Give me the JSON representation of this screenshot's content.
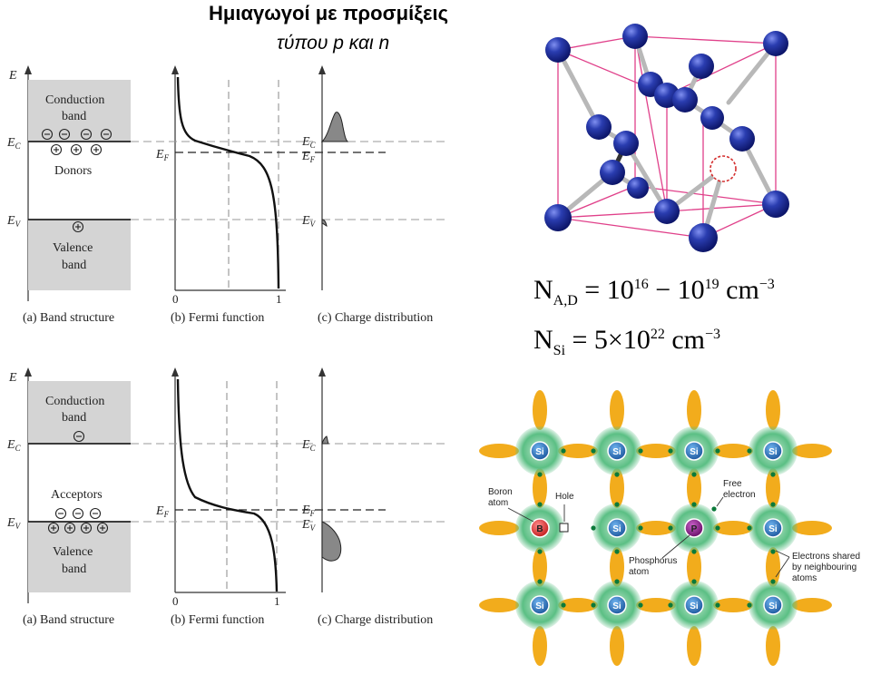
{
  "header": {
    "title": "Ημιαγωγοί με προσμίξεις",
    "subtitle": "τύπου p και n"
  },
  "n_type": {
    "axis_e": "E",
    "ec": "E",
    "ec_sub": "C",
    "ev": "E",
    "ev_sub": "V",
    "ef": "E",
    "ef_sub": "F",
    "conduction": [
      "Conduction",
      "band"
    ],
    "valence": [
      "Valence",
      "band"
    ],
    "dopant": "Donors",
    "tick0": "0",
    "tick1": "1",
    "cap_a": "(a) Band structure",
    "cap_b": "(b) Fermi function",
    "cap_c": "(c) Charge distribution"
  },
  "p_type": {
    "axis_e": "E",
    "ec": "E",
    "ec_sub": "C",
    "ev": "E",
    "ev_sub": "V",
    "ef": "E",
    "ef_sub": "F",
    "conduction": [
      "Conduction",
      "band"
    ],
    "valence": [
      "Valence",
      "band"
    ],
    "dopant": "Acceptors",
    "tick0": "0",
    "tick1": "1",
    "cap_a": "(a) Band structure",
    "cap_b": "(b) Fermi function",
    "cap_c": "(c) Charge distribution"
  },
  "formulas": {
    "nad_base": "N",
    "nad_sub": "A,D",
    "nad_eq": " = 10",
    "nad_exp1": "16",
    "nad_dash": " − 10",
    "nad_exp2": "19",
    "nad_unit": " cm",
    "nad_unit_exp": "−3",
    "nsi_base": "N",
    "nsi_sub": "Si",
    "nsi_eq": " = 5×10",
    "nsi_exp": "22",
    "nsi_unit": " cm",
    "nsi_unit_exp": "−3"
  },
  "lattice": {
    "si": "Si",
    "boron": "B",
    "phosphorus": "P",
    "boron_label": [
      "Boron",
      "atom"
    ],
    "hole_label": "Hole",
    "free_label": [
      "Free",
      "electron"
    ],
    "phos_label": [
      "Phosphorus",
      "atom"
    ],
    "shared_label": [
      "Electrons shared",
      "by neighbouring",
      "atoms"
    ]
  },
  "colors": {
    "band_fill": "#d4d4d4",
    "atom_blue": "#1c2f9a",
    "cube_pink": "#e0408a",
    "bond_gray": "#b8b8b8",
    "orbital_yellow": "#f2ac1c",
    "glow_green": "#5bbf84",
    "si_blue": "#2a6fb8",
    "boron_red": "#e23a3a",
    "phos_purple": "#8a1c8a",
    "dot_green": "#0b7a3a"
  }
}
